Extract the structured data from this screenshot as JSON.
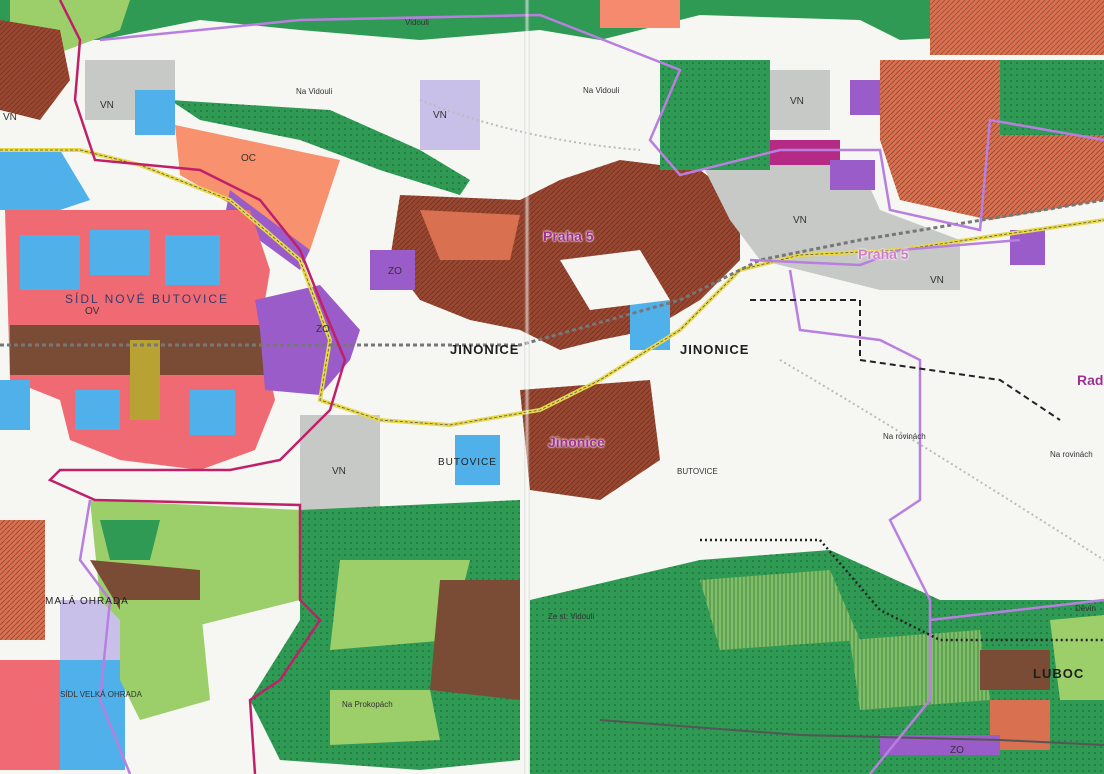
{
  "colors": {
    "forest": "#2e9a54",
    "meadow": "#9ccf6a",
    "orchard": "#7fbf6a",
    "housing_low": "#d9704f",
    "housing_dense": "#9a4630",
    "housing_mixed": "#f58a6e",
    "estate_pink": "#f06a73",
    "civic_blue": "#4fb0ea",
    "industry_grey": "#c6c9c6",
    "purple_zone": "#9a5cc8",
    "lavender": "#c9c0ea",
    "orange_oc": "#f7916e",
    "brown": "#7a4c35",
    "magenta": "#b52a84",
    "violet_line": "#b87fe0",
    "boundary_magenta": "#c0206a",
    "road_yellow": "#e8d84c",
    "background": "#f6f6f2"
  },
  "labels": {
    "praha5_a": "Praha 5",
    "praha5_b": "Praha 5",
    "jinonice_district": "Jinonice",
    "jinonice_west": "JINONICE",
    "jinonice_east": "JINONICE",
    "sidl_nove_butovice": "SÍDL NOVÉ BUTOVICE",
    "butovice": "BUTOVICE",
    "butovice_small": "BUTOVICE",
    "mala_ohrada": "MALÁ OHRADA",
    "sidl_velka_ohrada": "SÍDL VELKÁ OHRADA",
    "luboc": "LUBOC",
    "na_rovinach_1": "Na rovinách",
    "na_rovinach_2": "Na rovinách",
    "devin": "Děvín",
    "ra": "Rad",
    "na_vidouli": "Na Vidouli",
    "na_vidouli_2": "Na Vidouli",
    "vidouli_top": "Vidouli",
    "ze_st_vidouli": "Ze st. Vidouli",
    "na_prokopach": "Na Prokopách",
    "vn_1": "VN",
    "vn_2": "VN",
    "vn_3": "VN",
    "vn_4": "VN",
    "vn_5": "VN",
    "vn_6": "VN",
    "vn_7": "VN",
    "oc": "OC",
    "zo_1": "ZO",
    "zo_2": "ZO",
    "ov": "OV",
    "zo_3": "ZO"
  }
}
